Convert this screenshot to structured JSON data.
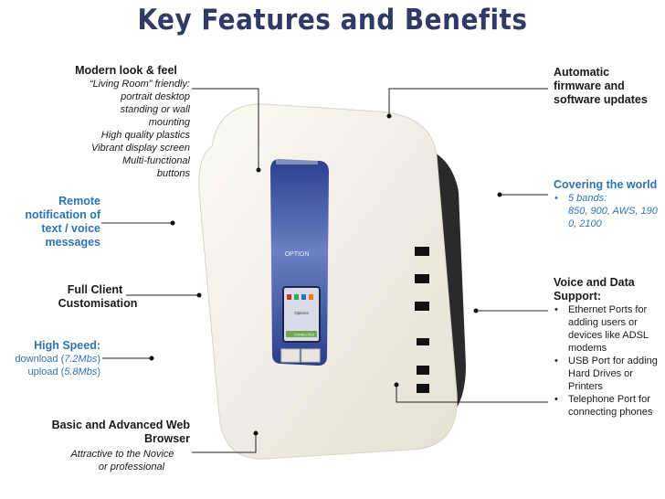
{
  "title": "Key Features and Benefits",
  "features": {
    "modern_look": {
      "heading": "Modern look & feel",
      "lines": [
        "“Living Room” friendly:",
        "portrait desktop",
        "standing or wall",
        "mounting",
        "High quality plastics",
        "Vibrant display screen",
        "Multi-functional",
        "buttons"
      ]
    },
    "remote_notification": {
      "lines": [
        "Remote",
        "notification of",
        "text / voice",
        "messages"
      ]
    },
    "client_customisation": {
      "lines": [
        "Full Client",
        "Customisation"
      ]
    },
    "high_speed": {
      "heading": "High Speed:",
      "download_label": "download (",
      "download_value": "7.2Mbs",
      "download_close": ")",
      "upload_label": "upload (",
      "upload_value": "5.8Mbs",
      "upload_close": ")"
    },
    "browser": {
      "heading_lines": [
        "Basic and Advanced Web",
        "Browser"
      ],
      "sub_lines": [
        "Attractive to the Novice",
        "or professional"
      ]
    },
    "firmware": {
      "lines": [
        "Automatic",
        "firmware and",
        "software updates"
      ]
    },
    "world": {
      "heading": "Covering the world",
      "bands_label": "5 bands:",
      "bands_lines": [
        "850, 900, AWS, 190",
        "0, 2100"
      ]
    },
    "voice_data": {
      "heading_lines": [
        "Voice and Data",
        "Support:"
      ],
      "bullets": [
        [
          "Ethernet Ports for",
          "adding users or",
          "devices like ADSL",
          "modems"
        ],
        [
          "USB Port for adding",
          "Hard Drives or",
          "Printers"
        ],
        [
          "Telephone Port for",
          "connecting phones"
        ]
      ]
    }
  },
  "device": {
    "brand_text": "OPTION",
    "screen_text": "Options",
    "status_text": "CONNECTED"
  },
  "colors": {
    "title": "#2f3a67",
    "accent_blue": "#2e74b5",
    "device_body": "#f1efe6",
    "device_panel": "#2a3f8c"
  }
}
